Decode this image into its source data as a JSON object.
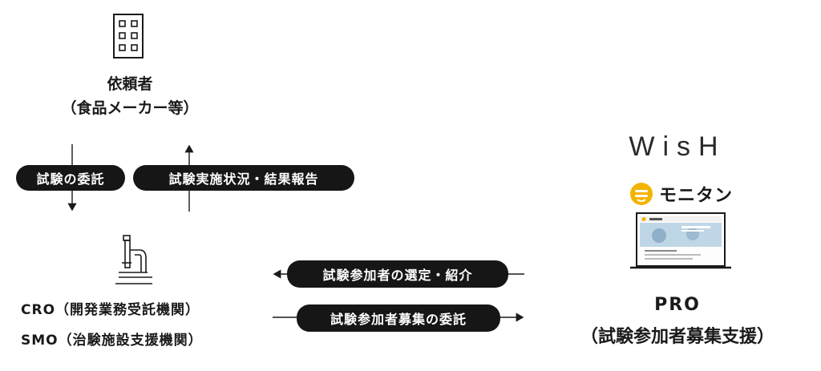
{
  "requester": {
    "icon": "building-icon",
    "name": "依頼者",
    "detail": "（食品メーカー等）"
  },
  "edges": {
    "commission_test": "試験の委託",
    "report_progress": "試験実施状況・結果報告",
    "select_introduce": "試験参加者の選定・紹介",
    "commission_recruit": "試験参加者募集の委託"
  },
  "cro_smo": {
    "icon": "microscope-icon",
    "cro": "CRO（開発業務受託機関）",
    "smo": "SMO（治験施設支援機関）"
  },
  "pro": {
    "wish_logo": "WisH",
    "monitan_logo": "モニタン",
    "laptop_icon": "laptop-icon",
    "name": "PRO",
    "detail": "（試験参加者募集支援）"
  },
  "colors": {
    "ink": "#1a1a1a",
    "pill": "#161616",
    "monitan_yellow": "#f3b400"
  }
}
